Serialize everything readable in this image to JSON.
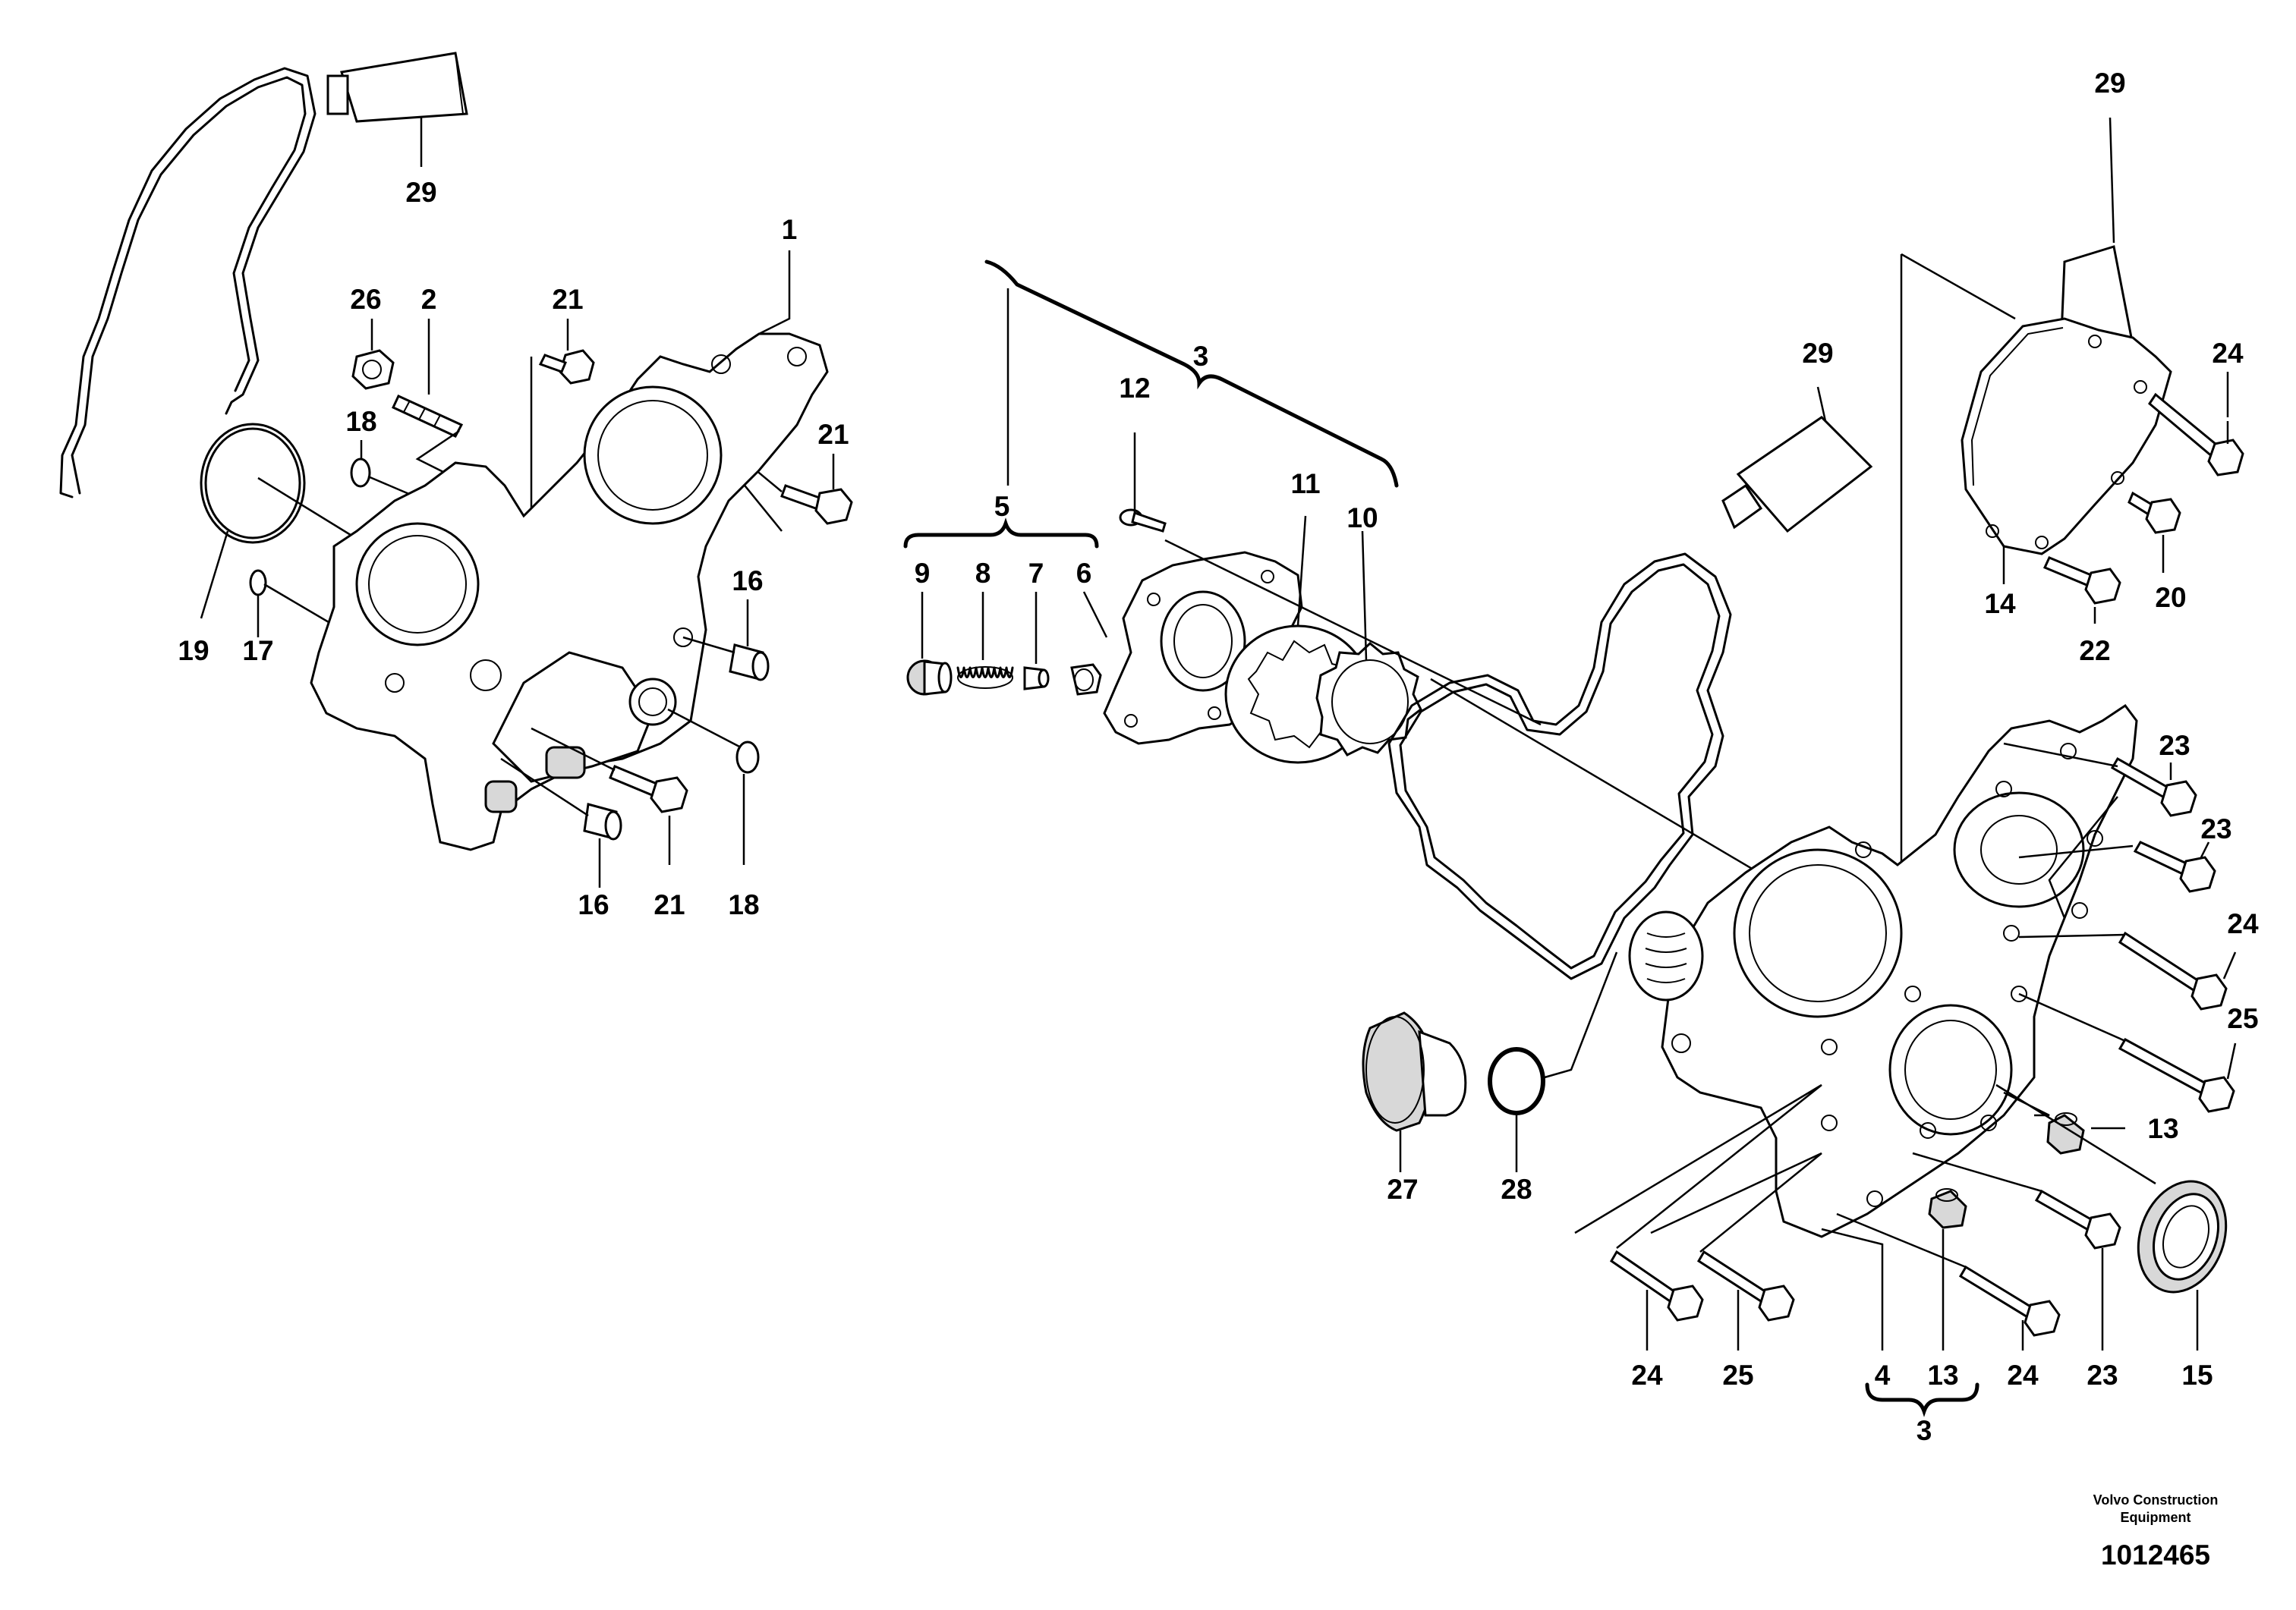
{
  "callouts": {
    "c29_a": "29",
    "c1": "1",
    "c26": "26",
    "c2": "2",
    "c21_a": "21",
    "c21_b": "21",
    "c18_a": "18",
    "c19": "19",
    "c17": "17",
    "c16_a": "16",
    "c16_b": "16",
    "c21_c": "21",
    "c18_b": "18",
    "c3_top": "3",
    "c12": "12",
    "c5": "5",
    "c11": "11",
    "c10": "10",
    "c9": "9",
    "c8": "8",
    "c7": "7",
    "c6": "6",
    "c29_b": "29",
    "c29_c": "29",
    "c24_a": "24",
    "c14": "14",
    "c22": "22",
    "c20": "20",
    "c23_a": "23",
    "c23_b": "23",
    "c24_b": "24",
    "c25_a": "25",
    "c13_a": "13",
    "c27": "27",
    "c28": "28",
    "c15": "15",
    "c24_c": "24",
    "c25_b": "25",
    "c4": "4",
    "c13_b": "13",
    "c24_d": "24",
    "c23_c": "23",
    "c3_bottom": "3"
  },
  "footer": {
    "brand_line1": "Volvo Construction",
    "brand_line2": "Equipment",
    "doc_number": "1012465"
  }
}
